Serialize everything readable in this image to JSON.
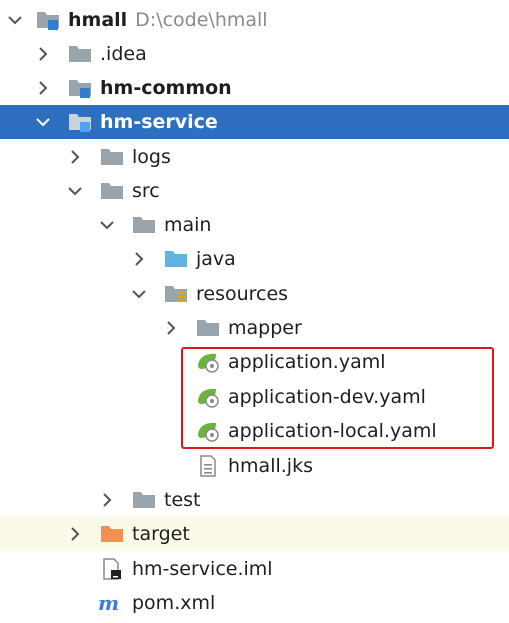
{
  "tree": {
    "root": {
      "label": "hmall",
      "path": "D:\\code\\hmall"
    },
    "idea": {
      "label": ".idea"
    },
    "hm_common": {
      "label": "hm-common"
    },
    "hm_service": {
      "label": "hm-service"
    },
    "logs": {
      "label": "logs"
    },
    "src": {
      "label": "src"
    },
    "main": {
      "label": "main"
    },
    "java": {
      "label": "java"
    },
    "resources": {
      "label": "resources"
    },
    "mapper": {
      "label": "mapper"
    },
    "app_yaml": {
      "label": "application.yaml"
    },
    "app_dev_yaml": {
      "label": "application-dev.yaml"
    },
    "app_local_yaml": {
      "label": "application-local.yaml"
    },
    "hmall_jks": {
      "label": "hmall.jks"
    },
    "test": {
      "label": "test"
    },
    "target": {
      "label": "target"
    },
    "hm_service_iml": {
      "label": "hm-service.iml"
    },
    "pom_xml": {
      "label": "pom.xml"
    }
  },
  "colors": {
    "selection": "#2e6fbf",
    "highlight_border": "#e0161e",
    "folder": "#9aa4ad",
    "source_folder": "#5fb3e0",
    "excluded_folder": "#f0924e",
    "spring_leaf": "#6bb33d"
  },
  "icons": {
    "module": "module-folder-icon",
    "folder": "folder-icon",
    "source_root": "source-root-folder-icon",
    "resources_root": "resources-root-folder-icon",
    "excluded": "excluded-folder-icon",
    "spring_config": "spring-yaml-icon",
    "keystore": "text-file-icon",
    "iml": "iml-file-icon",
    "maven": "maven-pom-icon"
  }
}
